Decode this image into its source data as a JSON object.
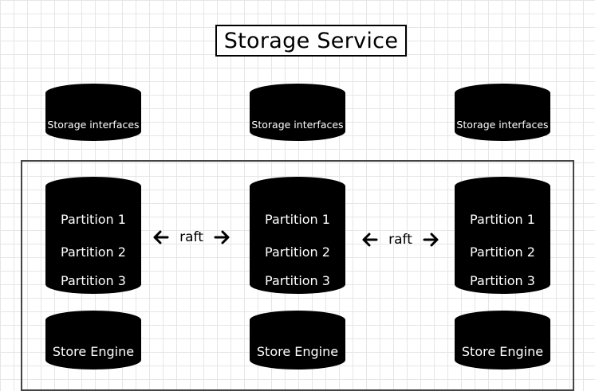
{
  "title": "Storage Service",
  "columns": [
    {
      "interface_label": "Storage interfaces",
      "partitions": [
        "Partition 1",
        "Partition 2",
        "Partition 3"
      ],
      "engine_label": "Store Engine"
    },
    {
      "interface_label": "Storage interfaces",
      "partitions": [
        "Partition 1",
        "Partition 2",
        "Partition 3"
      ],
      "engine_label": "Store Engine"
    },
    {
      "interface_label": "Storage interfaces",
      "partitions": [
        "Partition 1",
        "Partition 2",
        "Partition 3"
      ],
      "engine_label": "Store Engine"
    }
  ],
  "links": [
    {
      "label": "raft",
      "from": 0,
      "to": 1
    },
    {
      "label": "raft",
      "from": 1,
      "to": 2
    }
  ],
  "colors": {
    "cylinder": "#000000",
    "text": "#ffffff",
    "background": "#ffffff",
    "grid": "#e6e6e6"
  }
}
